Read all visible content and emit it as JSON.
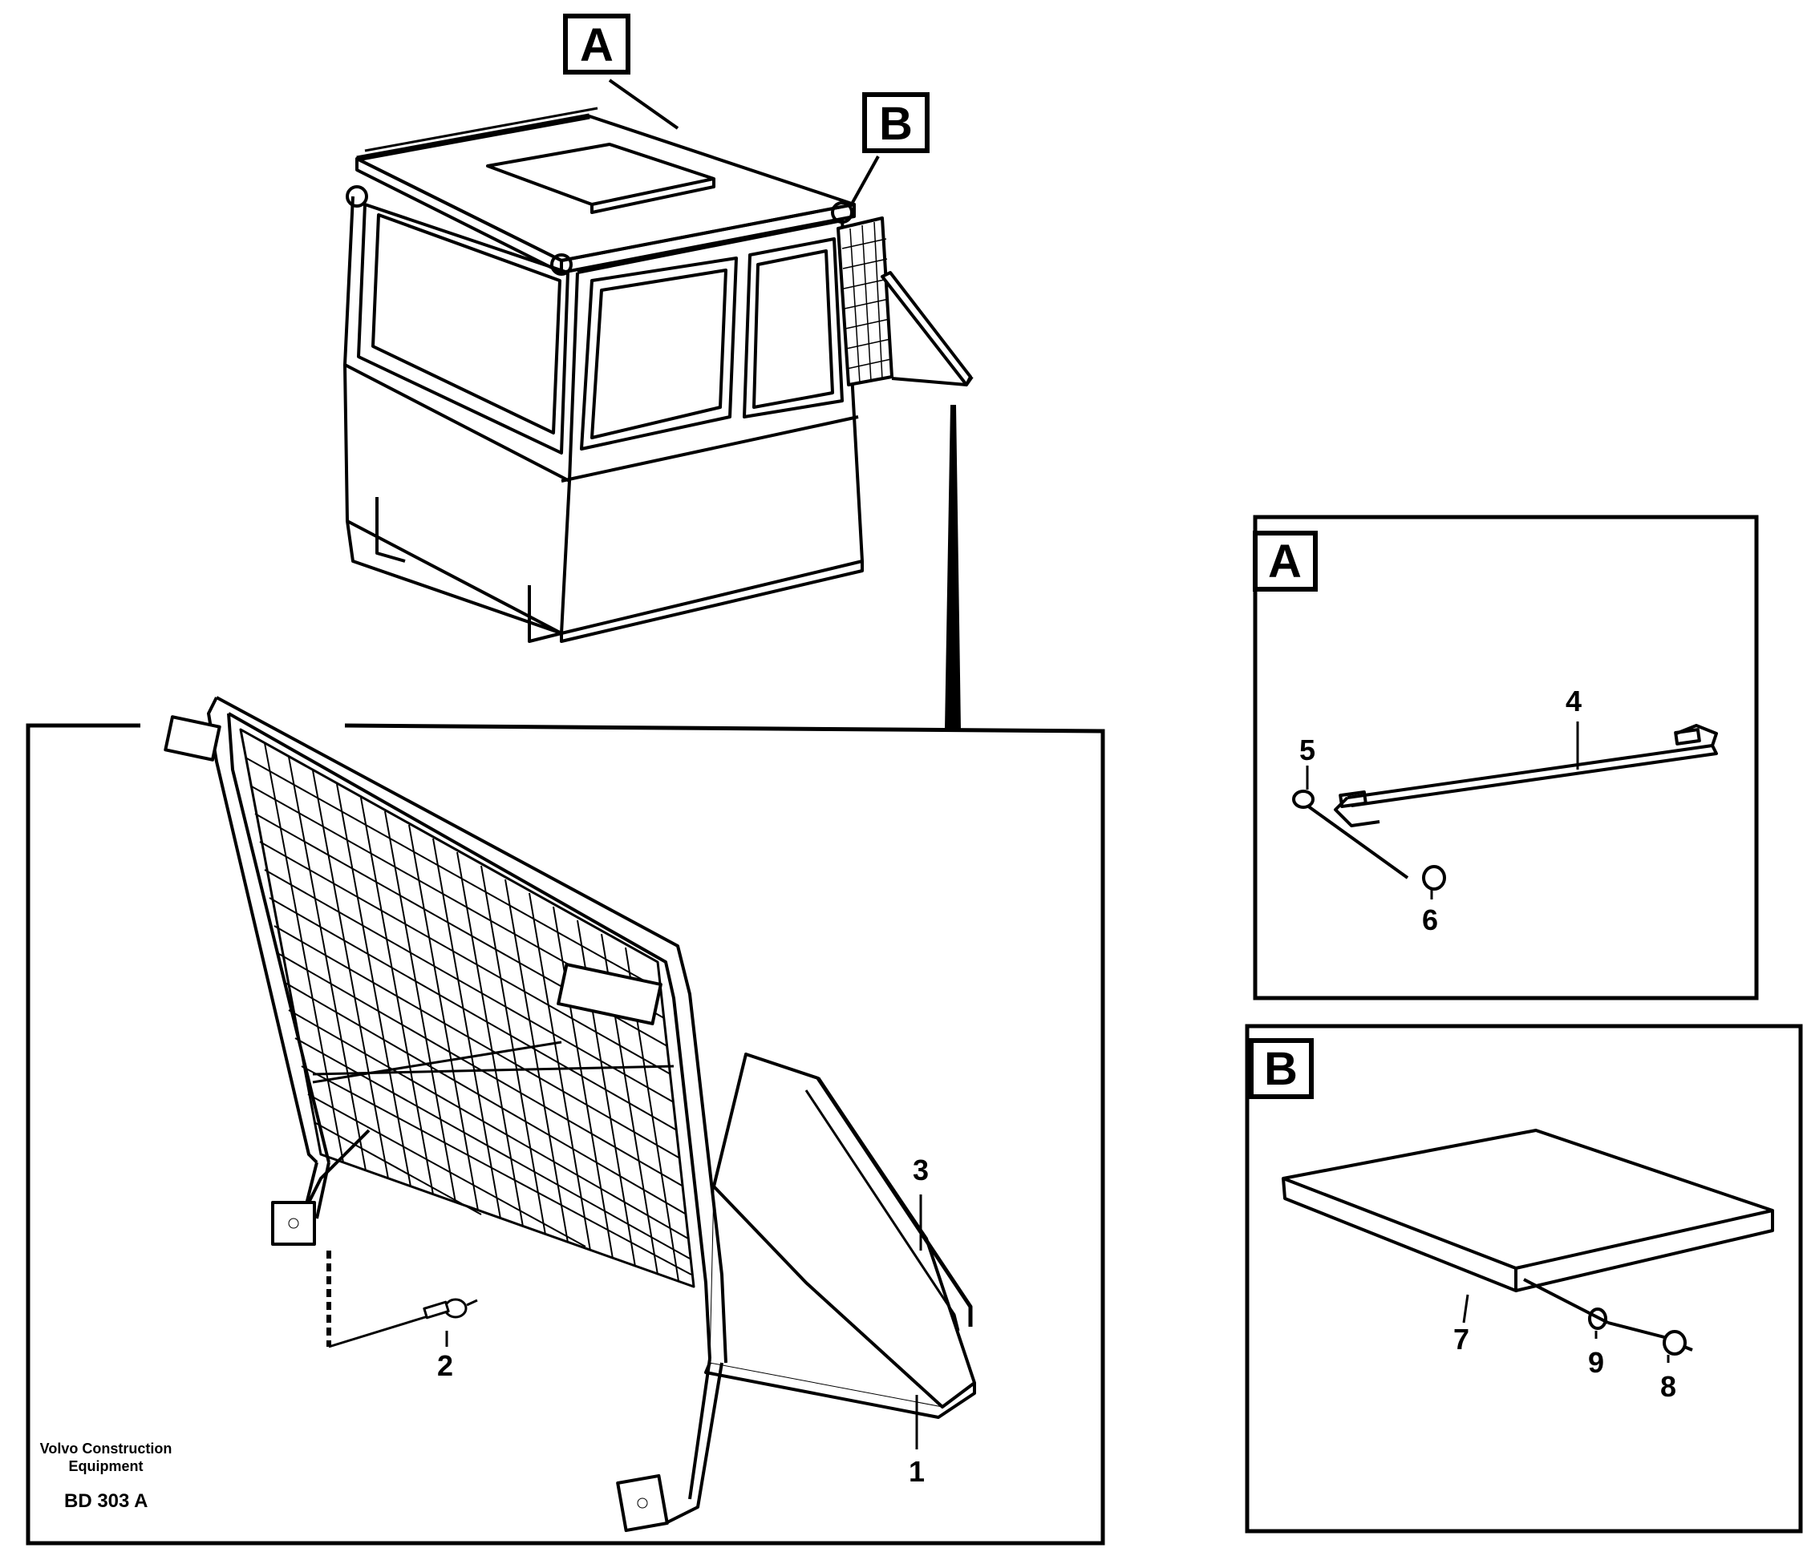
{
  "callouts": {
    "top_a": "A",
    "top_b": "B",
    "panel_a": "A",
    "panel_b": "B"
  },
  "part_numbers": {
    "p1": "1",
    "p2": "2",
    "p3": "3",
    "p4": "4",
    "p5": "5",
    "p6": "6",
    "p7": "7",
    "p8": "8",
    "p9": "9"
  },
  "footer": {
    "company_line1": "Volvo Construction",
    "company_line2": "Equipment",
    "drawing_code": "BD 303 A"
  }
}
